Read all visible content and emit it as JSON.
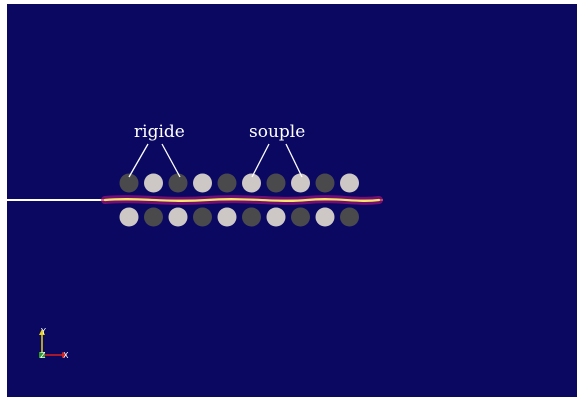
{
  "annotations": {
    "rigid_label": "rigide",
    "soft_label": "souple"
  },
  "axes": {
    "y_label": "Y",
    "x_label": "X",
    "z_label": "Z"
  },
  "colors": {
    "background": "#0b0862",
    "rigid_cylinder": "#4a4a4c",
    "soft_cylinder": "#cdc8c6",
    "fiber_core": "#f4e76a",
    "fiber_edge": "#b9127e",
    "feed_line": "#ffffff",
    "y_axis": "#e8d21a",
    "x_axis": "#d8201a",
    "z_axis": "#2e9a2e"
  },
  "top_row": [
    "rigid",
    "soft",
    "rigid",
    "soft",
    "rigid",
    "soft",
    "rigid",
    "soft",
    "rigid",
    "soft"
  ],
  "bottom_row": [
    "soft",
    "rigid",
    "soft",
    "rigid",
    "soft",
    "rigid",
    "soft",
    "rigid",
    "soft",
    "rigid"
  ]
}
